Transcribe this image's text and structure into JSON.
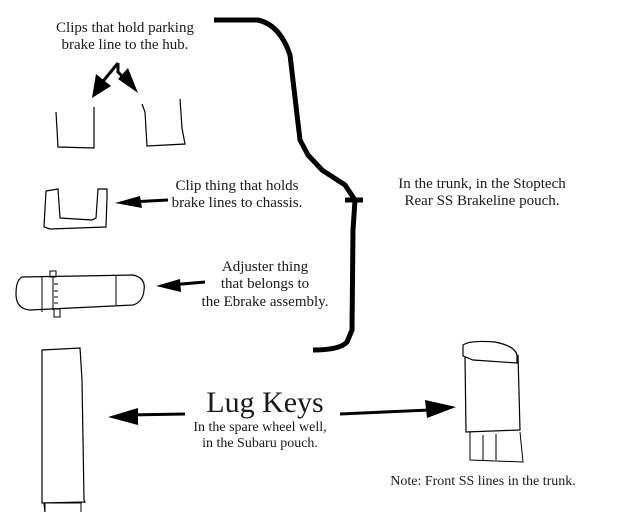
{
  "labels": {
    "clips_hub": [
      "Clips that hold parking",
      "brake line to the hub."
    ],
    "clip_chassis": [
      "Clip thing that holds",
      "brake lines to chassis."
    ],
    "adjuster": [
      "Adjuster thing",
      "that belongs to",
      "the Ebrake assembly."
    ],
    "trunk": [
      "In the trunk, in the Stoptech",
      "Rear SS Brakeline pouch."
    ],
    "lug_keys_title": "Lug Keys",
    "lug_keys_location": [
      "In the spare wheel well,",
      "in the Subaru pouch."
    ],
    "note": "Note: Front SS lines in the trunk."
  },
  "colors": {
    "ink": "#000000",
    "background": "#ffffff"
  }
}
